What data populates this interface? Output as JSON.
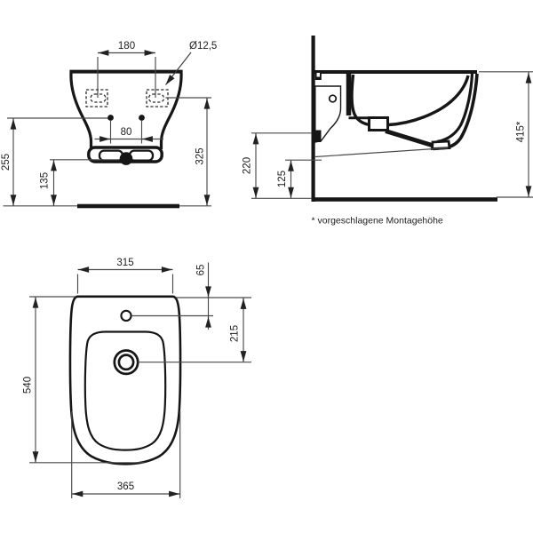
{
  "drawing": {
    "title_hint": "wall-hung bidet dimensional drawing",
    "front_view": {
      "fixing_hole_spacing": "180",
      "fixing_hole_diameter": "Ø12,5",
      "inlet_hole_spacing": "80",
      "inlet_height": "255",
      "outlet_height": "135",
      "fixing_hole_height": "325"
    },
    "side_view": {
      "bracket_height": "220",
      "body_bottom_height": "125",
      "rim_height": "415*",
      "footnote": "* vorgeschlagene Montagehöhe"
    },
    "top_view": {
      "rear_width": "315",
      "tap_hole_offset": "65",
      "drain_offset": "215",
      "depth": "540",
      "max_width": "365"
    }
  }
}
